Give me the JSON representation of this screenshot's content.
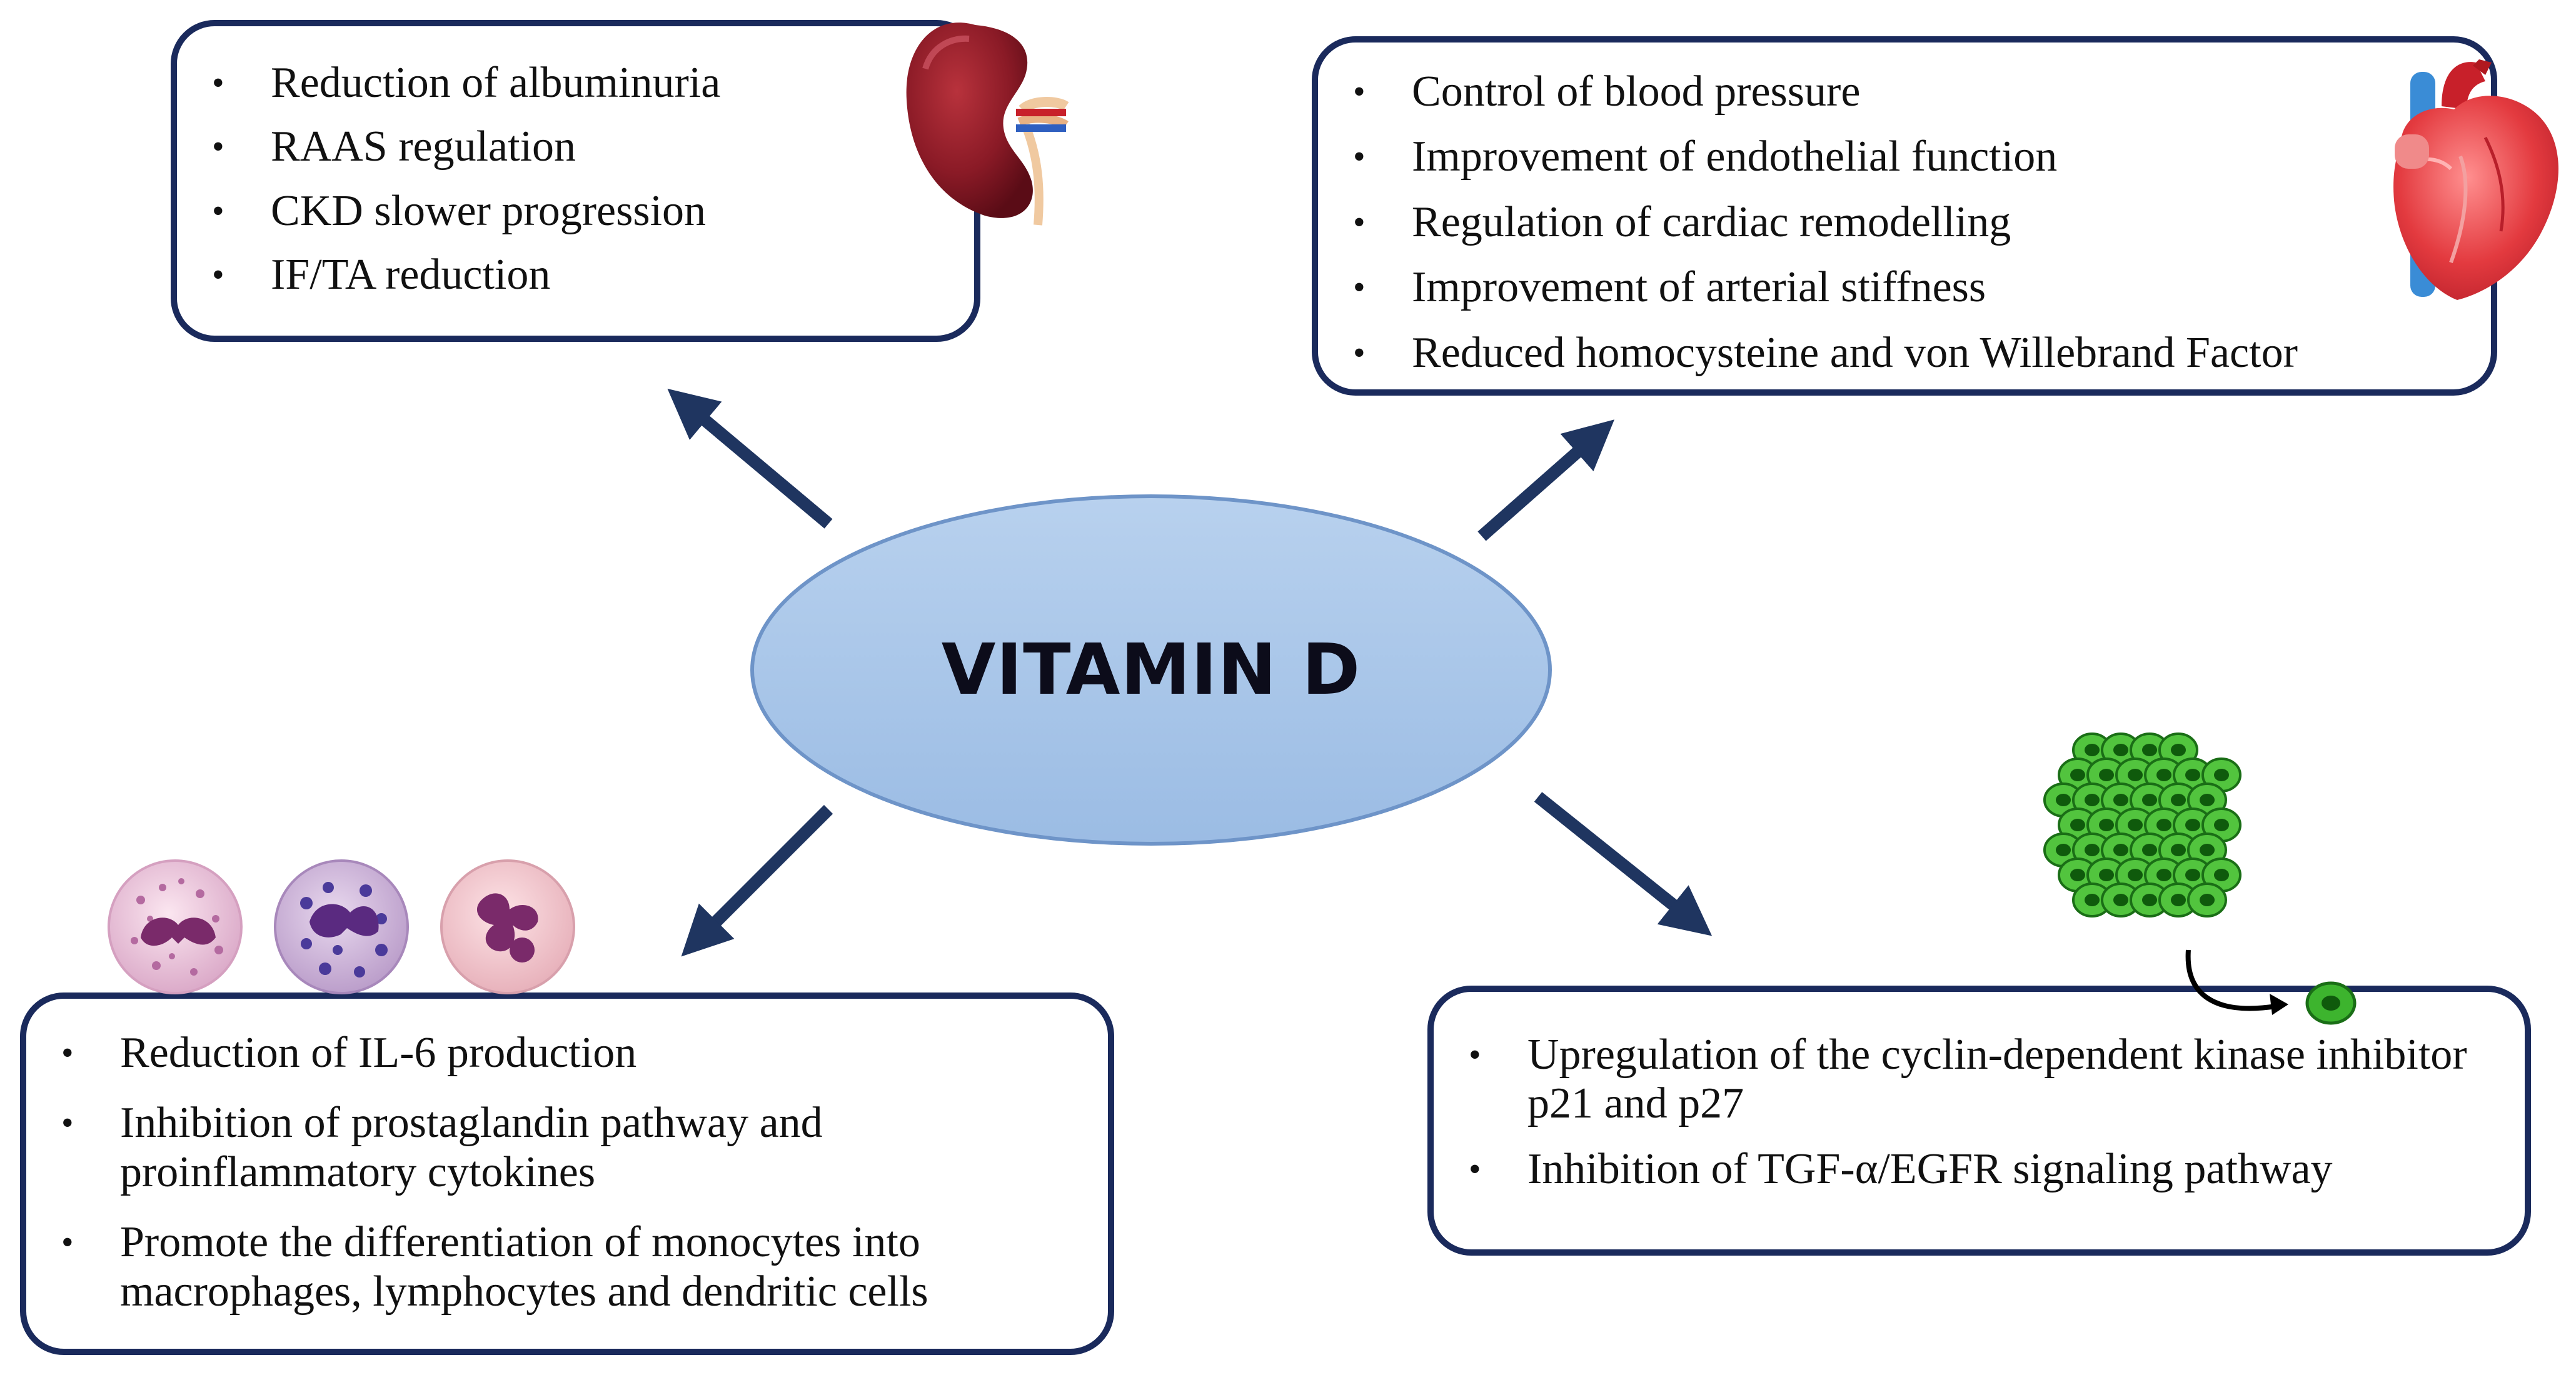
{
  "center": {
    "title": "VITAMIN D",
    "fill": "#a9c6e8",
    "stroke": "#6e94c8"
  },
  "colors": {
    "box_border": "#1a2a5c",
    "arrow": "#1f3560"
  },
  "kidney_box": {
    "icon": "kidney-icon",
    "items": [
      "Reduction of albuminuria",
      "RAAS regulation",
      "CKD slower progression",
      "IF/TA reduction"
    ]
  },
  "heart_box": {
    "icon": "heart-icon",
    "items": [
      "Control of blood pressure",
      "Improvement of endothelial function",
      "Regulation of cardiac remodelling",
      "Improvement of arterial stiffness",
      "Reduced homocysteine and von Willebrand Factor"
    ]
  },
  "immune_box": {
    "icon": "white-blood-cells-icon",
    "items": [
      "Reduction of IL-6 production",
      "Inhibition of prostaglandin pathway and proinflammatory cytokines",
      "Promote the differentiation of monocytes into macrophages, lymphocytes and dendritic cells"
    ]
  },
  "cell_box": {
    "icon": "cell-cluster-icon",
    "items": [
      "Upregulation of the cyclin-dependent kinase inhibitor p21 and p27",
      "Inhibition of TGF-α/EGFR signaling pathway"
    ]
  }
}
